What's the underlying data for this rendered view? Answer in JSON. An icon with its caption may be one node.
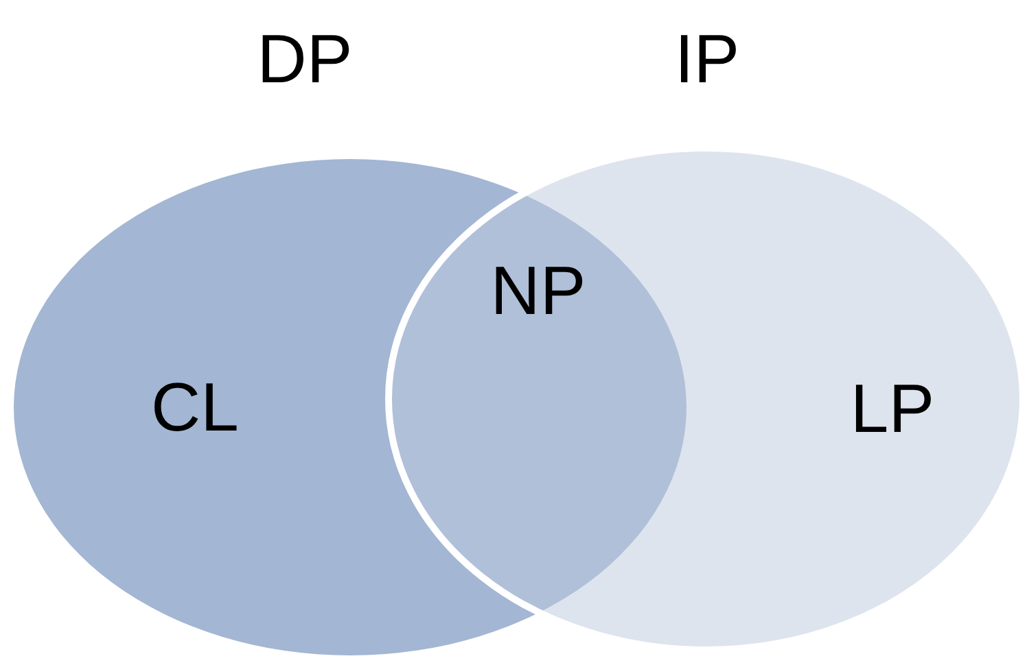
{
  "diagram": {
    "nodes": [
      {
        "text": [
          "DP",
          "CL"
        ]
      },
      {
        "text": [
          "IP",
          "LP"
        ]
      }
    ],
    "labels": [
      "NP"
    ]
  }
}
